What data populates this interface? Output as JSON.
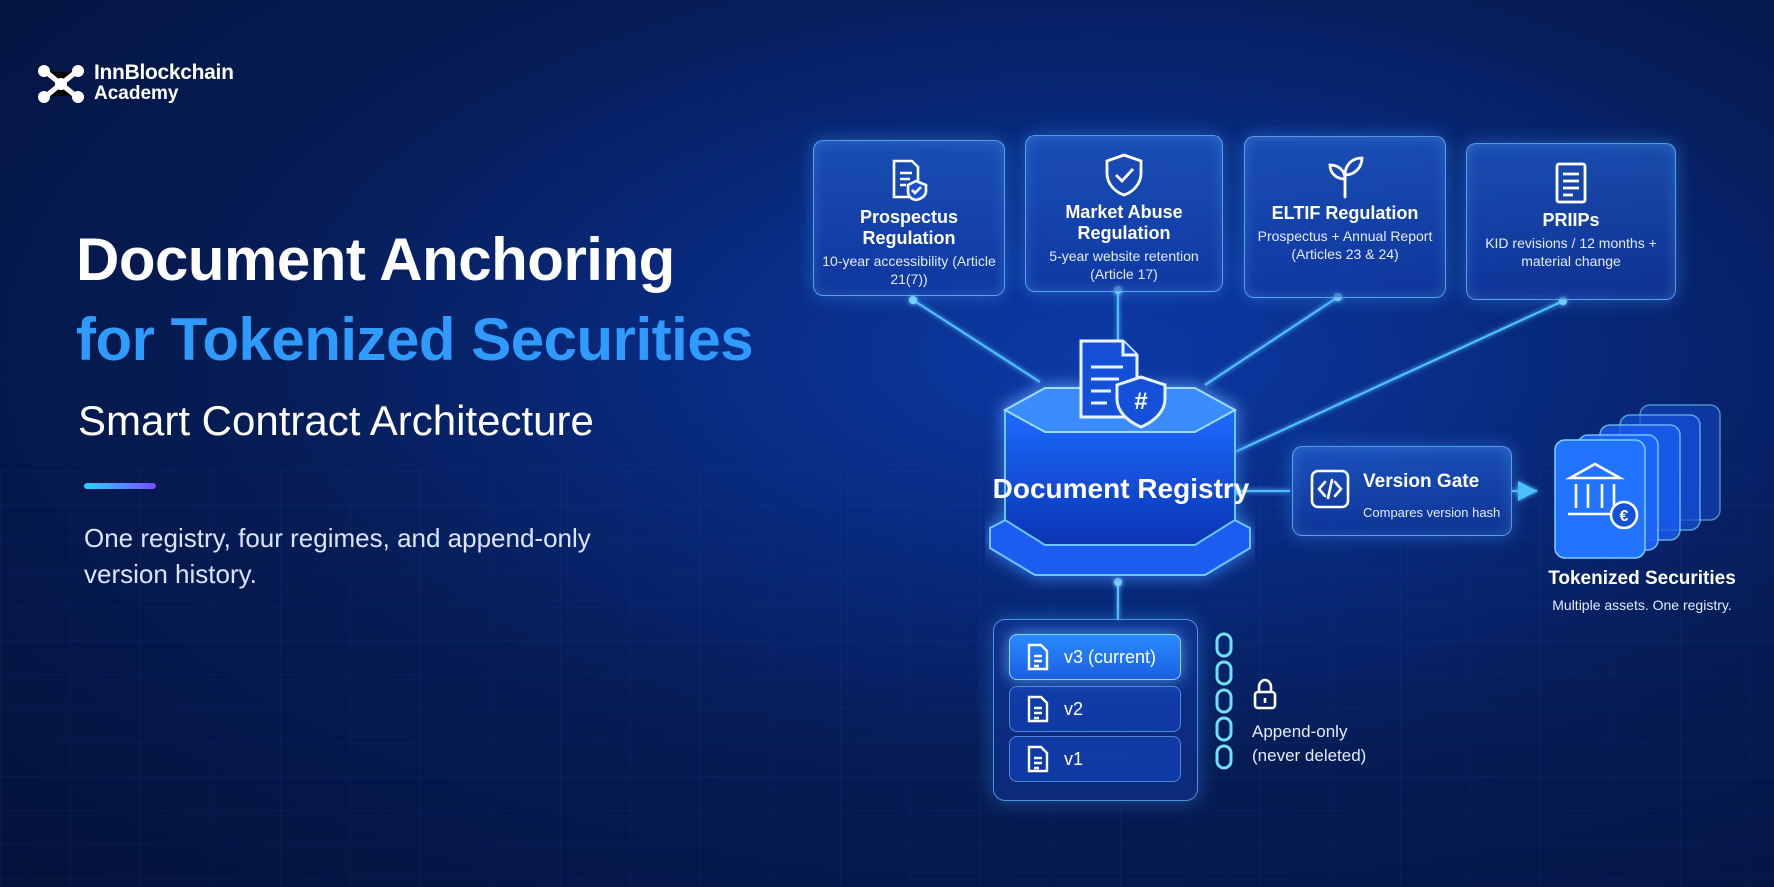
{
  "brand": {
    "name": "InnBlockchain",
    "sub": "Academy"
  },
  "title": {
    "line1": "Document Anchoring",
    "line2": "for Tokenized Securities",
    "subtitle": "Smart Contract Architecture"
  },
  "description": "One registry, four regimes, and append-only version history.",
  "regulations": [
    {
      "name": "Prospectus Regulation",
      "detail": "10-year accessibility (Article 21(7))",
      "icon": "document-shield-icon"
    },
    {
      "name": "Market Abuse Regulation",
      "detail": "5-year website retention (Article 17)",
      "icon": "shield-check-icon"
    },
    {
      "name": "ELTIF Regulation",
      "detail": "Prospectus + Annual Report (Articles 23 & 24)",
      "icon": "sprout-icon"
    },
    {
      "name": "PRIIPs",
      "detail": "KID revisions / 12 months + material change",
      "icon": "document-list-icon"
    }
  ],
  "registry": {
    "label": "Document Registry",
    "icon": "document-hash-icon"
  },
  "gate": {
    "title": "Version Gate",
    "detail": "Compares version hash",
    "icon": "code-icon"
  },
  "securities": {
    "title": "Tokenized Securities",
    "detail": "Multiple assets. One registry.",
    "icon": "bank-euro-icon"
  },
  "versions": [
    {
      "label": "v3 (current)",
      "current": true
    },
    {
      "label": "v2",
      "current": false
    },
    {
      "label": "v1",
      "current": false
    }
  ],
  "append_note": {
    "line1": "Append-only",
    "line2": "(never deleted)"
  },
  "colors": {
    "accent_blue": "#2f9bff",
    "glow": "#3fa9ff",
    "background": "#061c55"
  }
}
